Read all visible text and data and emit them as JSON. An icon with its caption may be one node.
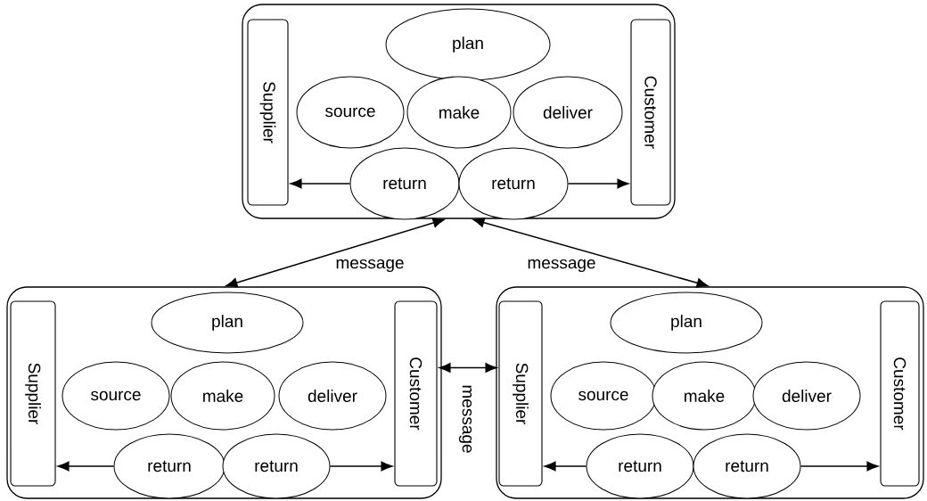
{
  "diagram": {
    "nodes": [
      {
        "text": [],
        "shape": "box"
      },
      {
        "text": [
          "plan"
        ],
        "in": 0
      },
      {
        "text": [
          "Supplier"
        ],
        "in": 0
      },
      {
        "text": [
          "source"
        ],
        "in": 0
      },
      {
        "text": [
          "make"
        ],
        "in": 0
      },
      {
        "text": [
          "deliver"
        ],
        "in": 0
      },
      {
        "text": [
          "Customer"
        ],
        "in": 0
      },
      {
        "text": [
          "return"
        ],
        "in": 0
      },
      {
        "text": [
          "return"
        ],
        "in": 0
      },
      {
        "text": [],
        "shape": "box"
      },
      {
        "text": [
          "plan"
        ],
        "in": 9
      },
      {
        "text": [
          "Supplier"
        ],
        "in": 9
      },
      {
        "text": [
          "source"
        ],
        "in": 9
      },
      {
        "text": [
          "make"
        ],
        "in": 9
      },
      {
        "text": [
          "deliver"
        ],
        "in": 9
      },
      {
        "text": [
          "Customer"
        ],
        "in": 9
      },
      {
        "text": [
          "return"
        ],
        "in": 9
      },
      {
        "text": [
          "return"
        ],
        "in": 9
      },
      {
        "text": [],
        "shape": "box"
      },
      {
        "text": [
          "plan"
        ],
        "in": 18
      },
      {
        "text": [
          "Supplier"
        ],
        "in": 18
      },
      {
        "text": [
          "source"
        ],
        "in": 18
      },
      {
        "text": [
          "make"
        ],
        "in": 18
      },
      {
        "text": [
          "deliver"
        ],
        "in": 18
      },
      {
        "text": [
          "Customer"
        ],
        "in": 18
      },
      {
        "text": [
          "return"
        ],
        "in": 18
      },
      {
        "text": [
          "return"
        ],
        "in": 18
      }
    ],
    "edges": [
      {
        "from": 7,
        "to": 2,
        "arrow": "to"
      },
      {
        "from": 8,
        "to": 6,
        "arrow": "to"
      },
      {
        "from": 16,
        "to": 11,
        "arrow": "to"
      },
      {
        "from": 17,
        "to": 15,
        "arrow": "to"
      },
      {
        "from": 25,
        "to": 20,
        "arrow": "to"
      },
      {
        "from": 26,
        "to": 24,
        "arrow": "to"
      },
      {
        "from": 0,
        "to": 9,
        "arrow": "both",
        "label": "message"
      },
      {
        "from": 0,
        "to": 18,
        "arrow": "both",
        "label": "message"
      },
      {
        "from": 15,
        "to": 20,
        "arrow": "both",
        "label": "message"
      }
    ]
  }
}
